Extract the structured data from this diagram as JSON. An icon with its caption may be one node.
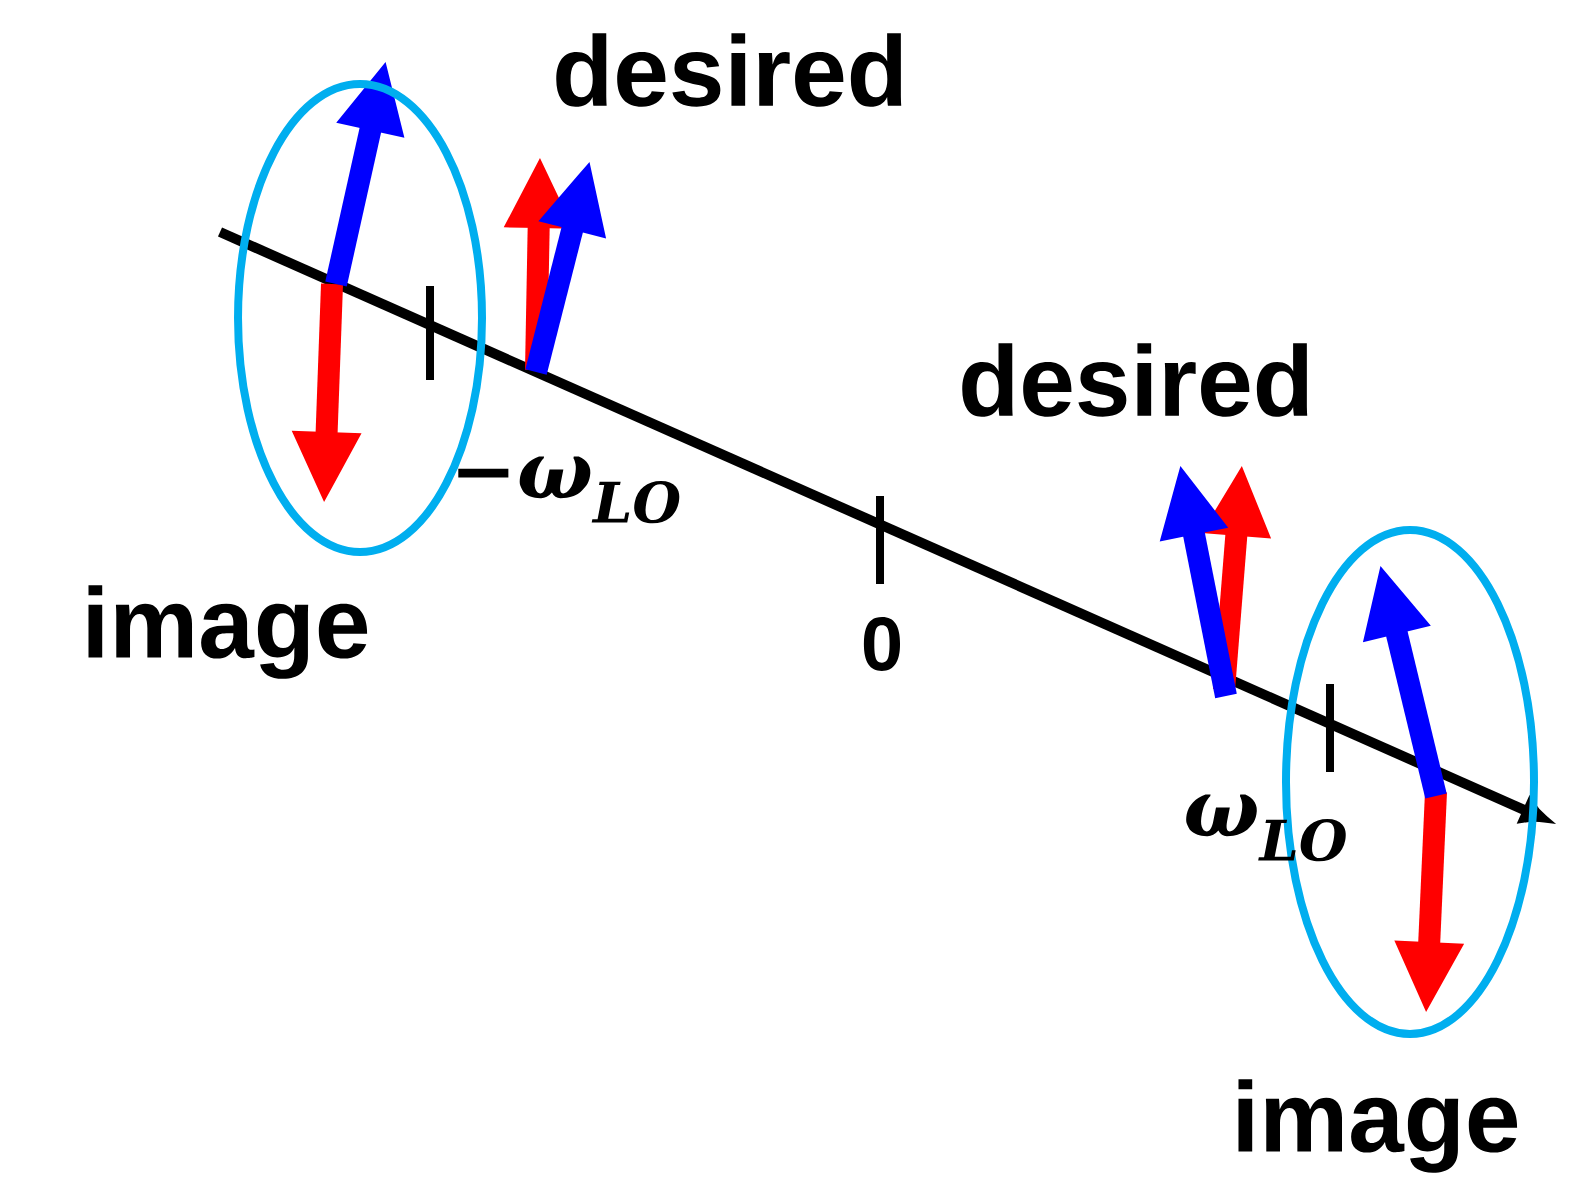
{
  "diagram": {
    "labels": [
      "desired",
      "−ω$_{LO}$",
      "image",
      "desired",
      "0",
      "ω$_{LO}$",
      "image"
    ]
  }
}
